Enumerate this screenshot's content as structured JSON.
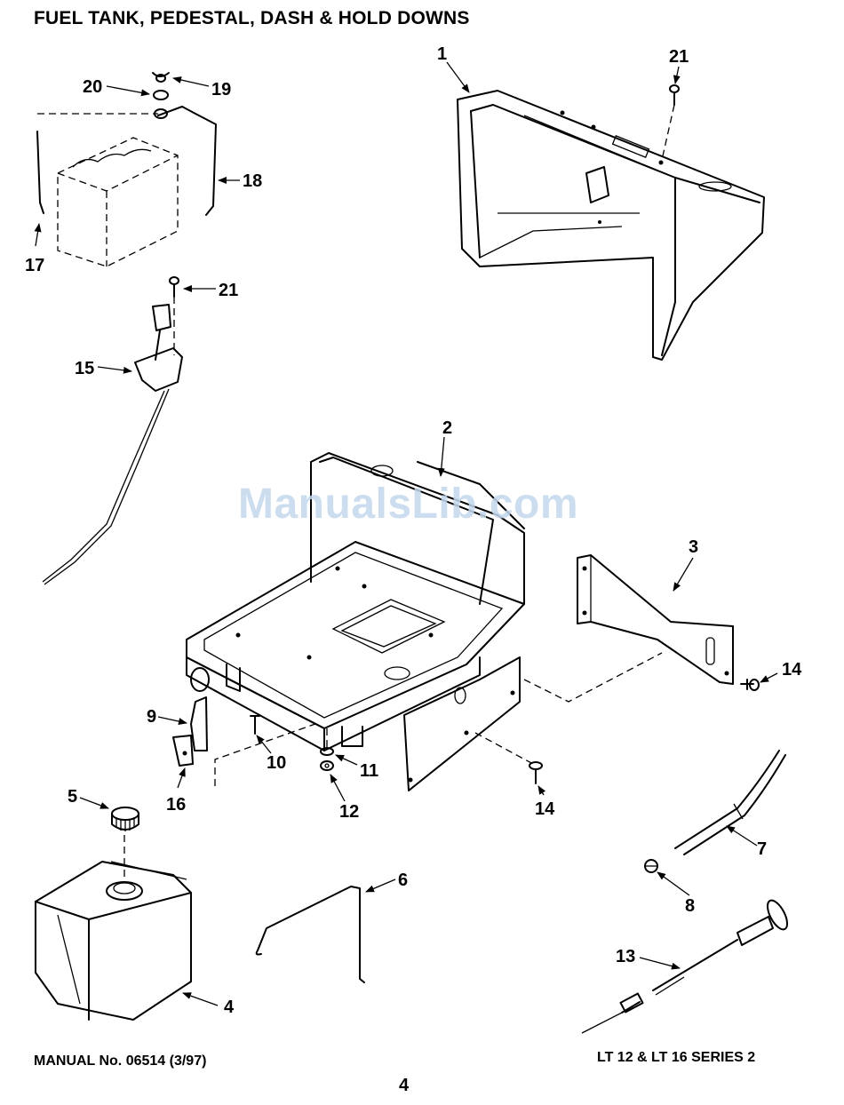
{
  "title": "FUEL TANK, PEDESTAL, DASH & HOLD DOWNS",
  "watermark": "ManualsLib.com",
  "footer_left": "MANUAL No. 06514 (3/97)",
  "footer_right": "LT 12 & LT 16 SERIES 2",
  "page_number": "4",
  "callouts": {
    "c1": "1",
    "c2": "2",
    "c3": "3",
    "c4": "4",
    "c5": "5",
    "c6": "6",
    "c7": "7",
    "c8": "8",
    "c9": "9",
    "c10": "10",
    "c11": "11",
    "c12": "12",
    "c13": "13",
    "c14a": "14",
    "c14b": "14",
    "c15": "15",
    "c16": "16",
    "c17": "17",
    "c18": "18",
    "c19": "19",
    "c20": "20",
    "c21a": "21",
    "c21b": "21"
  }
}
